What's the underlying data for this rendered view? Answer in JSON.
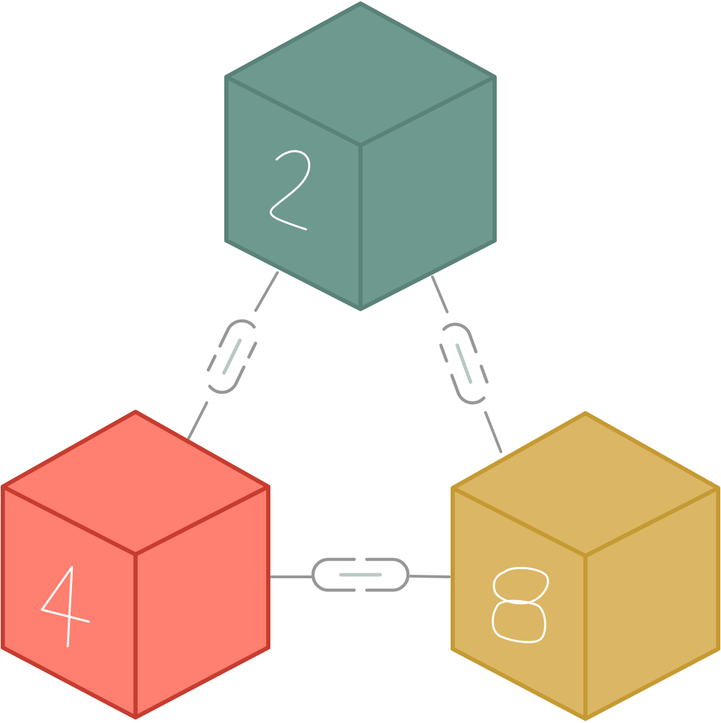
{
  "cubes": [
    {
      "id": "cube-2",
      "digit": "2",
      "fill": "#6e998f",
      "stroke": "#5a8279"
    },
    {
      "id": "cube-4",
      "digit": "4",
      "fill": "#ff7f70",
      "stroke": "#c63d2f"
    },
    {
      "id": "cube-8",
      "digit": "8",
      "fill": "#dbb664",
      "stroke": "#c59a33"
    }
  ],
  "links": [
    {
      "id": "link-2-4",
      "from": "2",
      "to": "4"
    },
    {
      "id": "link-2-8",
      "from": "2",
      "to": "8"
    },
    {
      "id": "link-4-8",
      "from": "4",
      "to": "8"
    }
  ],
  "colors": {
    "chain": "#979797",
    "chain_core": "#b9c9c2",
    "background": "#ffffff"
  }
}
